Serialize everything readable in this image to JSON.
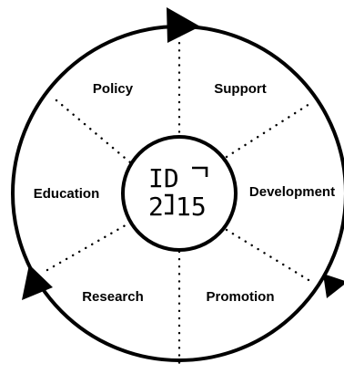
{
  "center": {
    "logo_text": "ID 2015",
    "logo_line1": "ID",
    "logo_line2": "2",
    "logo_line3": "15"
  },
  "segments": {
    "policy": "Policy",
    "support": "Support",
    "education": "Education",
    "development": "Development",
    "research": "Research",
    "promotion": "Promotion"
  },
  "colors": {
    "stroke": "#000000",
    "background": "#ffffff"
  },
  "icons": {
    "arrowheads": [
      "arrow-top-icon",
      "arrow-bottom-right-icon",
      "arrow-bottom-left-icon"
    ],
    "logo": "id-2015-logo"
  }
}
